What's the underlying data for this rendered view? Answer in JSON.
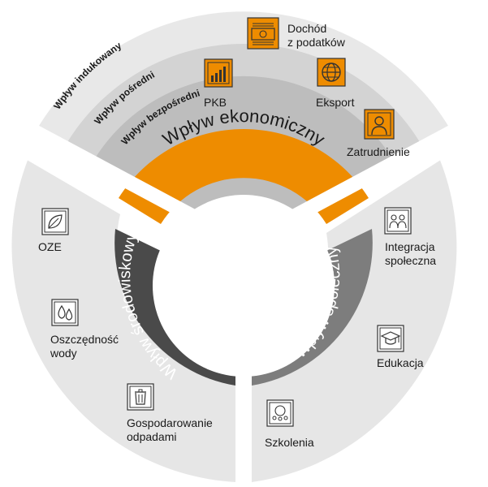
{
  "segments": {
    "economic": {
      "title": "Wpływ ekonomiczny",
      "rings": [
        "Wpływ bezpośredni",
        "Wpływ pośredni",
        "Wpływ indukowany"
      ],
      "items": [
        "PKB",
        "Eksport",
        "Zatrudnienie",
        "Dochód\nz podatków"
      ]
    },
    "environmental": {
      "title": "Wpływ środowiskowy",
      "items": [
        "OZE",
        "Oszczędność\nwody",
        "Gospodarowanie\nodpadami"
      ]
    },
    "social": {
      "title": "Wpływ społeczny",
      "items": [
        "Integracja\nspołeczna",
        "Edukacja",
        "Szkolenia"
      ]
    }
  },
  "icons": {
    "pkb": "bar-chart-icon",
    "eksport": "globe-icon",
    "zatrudnienie": "person-icon",
    "dochod": "banknote-icon",
    "oze": "leaf-icon",
    "woda": "water-drops-icon",
    "odpady": "trash-bin-icon",
    "integracja": "people-icon",
    "edukacja": "graduation-cap-icon",
    "szkolenia": "presentation-icon"
  },
  "colors": {
    "orange": "#EE8C00",
    "dark_gray": "#4A4A4A",
    "mid_gray": "#7D7D7D",
    "ring_1": "#BDBDBD",
    "ring_2": "#D3D3D3",
    "ring_3": "#E8E8E8",
    "sector_bg": "#E6E6E6"
  }
}
